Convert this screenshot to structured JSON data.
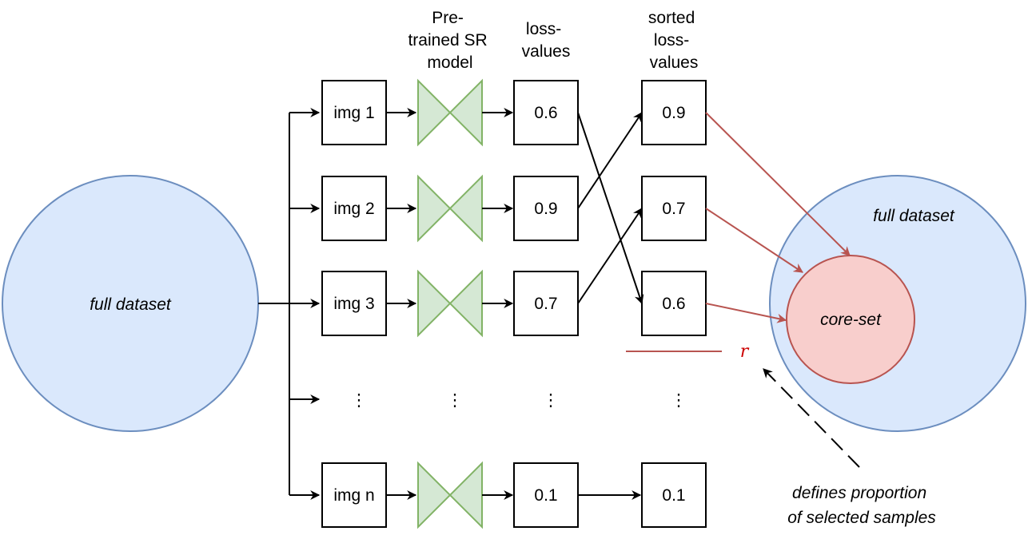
{
  "colors": {
    "dataset_fill": "#dae8fc",
    "dataset_stroke": "#6c8ebf",
    "model_fill": "#d5e8d4",
    "model_stroke": "#82b366",
    "coreset_fill": "#f8cecc",
    "coreset_stroke": "#b85450",
    "red_text": "#cc0000",
    "line": "#000000"
  },
  "left_dataset_label": "full dataset",
  "right_dataset_label": "full dataset",
  "coreset_label": "core-set",
  "headers": {
    "model": [
      "Pre-",
      "trained SR",
      "model"
    ],
    "loss": [
      "loss-",
      "values"
    ],
    "sorted": [
      "sorted",
      "loss-",
      "values"
    ]
  },
  "rows": [
    {
      "img": "img 1",
      "loss": "0.6",
      "sorted": "0.9"
    },
    {
      "img": "img 2",
      "loss": "0.9",
      "sorted": "0.7"
    },
    {
      "img": "img 3",
      "loss": "0.7",
      "sorted": "0.6"
    },
    {
      "img": "img n",
      "loss": "0.1",
      "sorted": "0.1"
    }
  ],
  "ellipsis": "⋮",
  "threshold_label": "r",
  "annotation": [
    "defines proportion",
    "of selected samples"
  ],
  "icons": {
    "model": "bowtie-shape",
    "arrow": "arrowhead"
  }
}
